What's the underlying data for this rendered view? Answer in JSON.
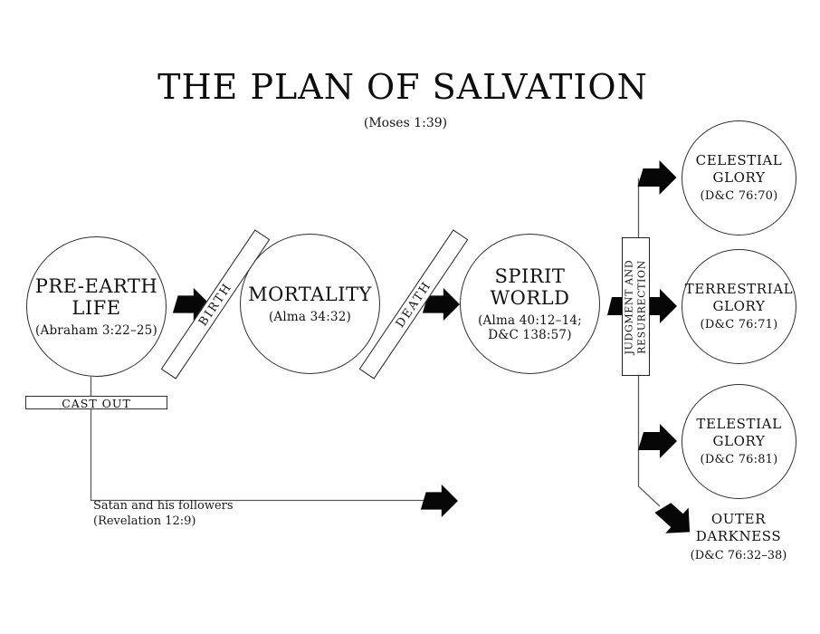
{
  "title": "THE PLAN OF SALVATION",
  "subtitle": "(Moses 1:39)",
  "stages": {
    "pre_earth": {
      "line1": "PRE-EARTH",
      "line2": "LIFE",
      "ref": "(Abraham 3:22–25)"
    },
    "mortality": {
      "line1": "MORTALITY",
      "ref": "(Alma 34:32)"
    },
    "spirit_world": {
      "line1": "SPIRIT",
      "line2": "WORLD",
      "ref1": "(Alma 40:12–14;",
      "ref2": "D&C 138:57)"
    },
    "celestial": {
      "line1": "CELESTIAL",
      "line2": "GLORY",
      "ref": "(D&C 76:70)"
    },
    "terrestrial": {
      "line1": "TERRESTRIAL",
      "line2": "GLORY",
      "ref": "(D&C 76:71)"
    },
    "telestial": {
      "line1": "TELESTIAL",
      "line2": "GLORY",
      "ref": "(D&C 76:81)"
    }
  },
  "transitions": {
    "birth": "BIRTH",
    "death": "DEATH",
    "judgment_line1": "JUDGMENT AND",
    "judgment_line2": "RESURRECTION"
  },
  "cast_out": {
    "label": "CAST OUT",
    "note_line1": "Satan and his followers",
    "note_line2": "(Revelation 12:9)"
  },
  "outer_darkness": {
    "line1": "OUTER",
    "line2": "DARKNESS",
    "ref": "(D&C 76:32–38)"
  },
  "colors": {
    "ink": "#0d0d0d",
    "arrow": "#070707",
    "line": "#5a5a5a",
    "background": "#ffffff"
  }
}
